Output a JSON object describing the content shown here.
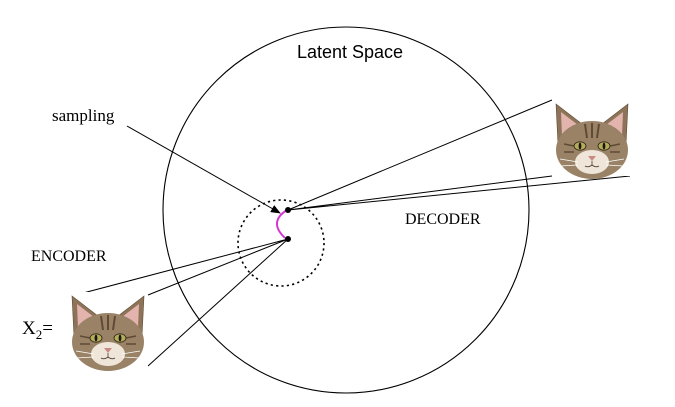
{
  "labels": {
    "latent_space": "Latent Space",
    "sampling": "sampling",
    "encoder": "ENCODER",
    "decoder": "DECODER",
    "input_var": "X",
    "input_sub": "2",
    "input_eq": "="
  },
  "colors": {
    "line": "#000000",
    "sample_arc": "#d633d6",
    "cat_fur": "#9a8266",
    "cat_dark": "#5f4a36",
    "cat_light": "#efe6d9",
    "cat_ear_inner": "#e3b3ae",
    "cat_eye": "#b3ad58"
  },
  "icons": {
    "input_image": "cat-photo",
    "output_image": "cat-photo"
  }
}
